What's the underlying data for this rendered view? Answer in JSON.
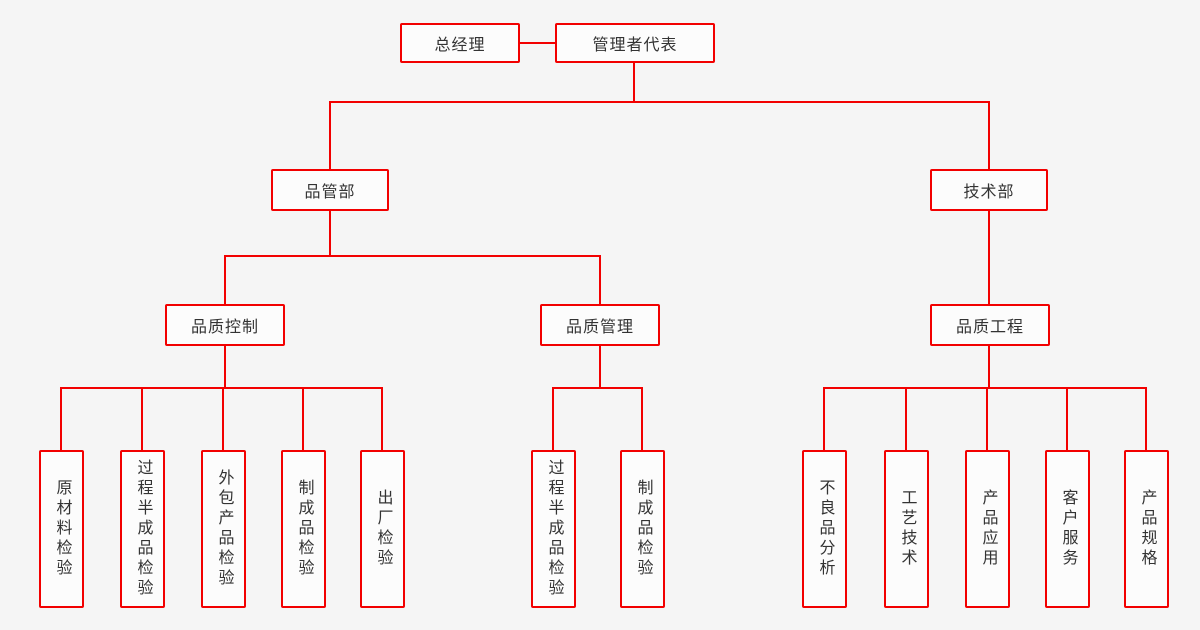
{
  "page": {
    "background_color": "#f5f5f5",
    "accent_color": "#f20000",
    "node_fill_color": "#fcfcfc",
    "text_color": "#333333"
  },
  "org_chart": {
    "top": {
      "general_manager": "总经理",
      "management_rep": "管理者代表"
    },
    "departments": {
      "quality_dept": "品管部",
      "tech_dept": "技术部"
    },
    "sections": {
      "quality_control": "品质控制",
      "quality_management": "品质管理",
      "quality_engineering": "品质工程"
    },
    "quality_control_children": [
      "原材料检验",
      "过程半成品检验",
      "外包产品检验",
      "制成品检验",
      "出厂检验"
    ],
    "quality_management_children": [
      "过程半成品检验",
      "制成品检验"
    ],
    "quality_engineering_children": [
      "不良品分析",
      "工艺技术",
      "产品应用",
      "客户服务",
      "产品规格"
    ]
  }
}
